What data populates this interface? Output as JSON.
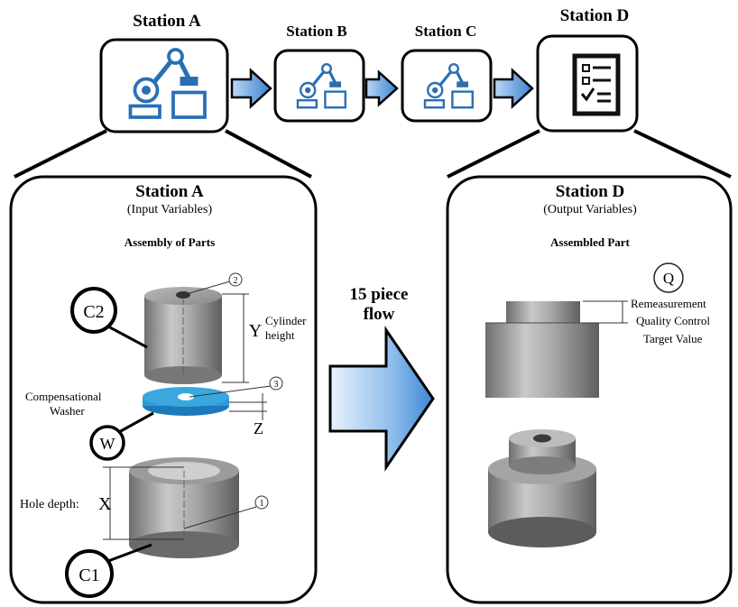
{
  "stations": {
    "a": "Station A",
    "b": "Station B",
    "c": "Station C",
    "d": "Station D"
  },
  "panel_a": {
    "title": "Station A",
    "subtitle": "(Input Variables)",
    "heading": "Assembly of Parts",
    "c2_label": "C2",
    "y_letter": "Y",
    "cylinder_label_1": "Cylinder",
    "cylinder_label_2": "height",
    "washer_label_1": "Compensational",
    "washer_label_2": "Washer",
    "w_label": "W",
    "z_letter": "Z",
    "hole_depth_label": "Hole depth: ",
    "x_letter": "X",
    "c1_label": "C1",
    "callout_1": "1",
    "callout_2": "2",
    "callout_3": "3"
  },
  "flow": {
    "line1": "15 piece",
    "line2": "flow"
  },
  "panel_d": {
    "title": "Station D",
    "subtitle": "(Output Variables)",
    "heading": "Assembled Part",
    "q_label": "Q",
    "remeasure_1": "Remeasurement",
    "remeasure_2": "Quality Control",
    "remeasure_3": "Target Value"
  },
  "colors": {
    "arrow_blue": "#4a8fd8",
    "washer_blue": "#2f9ad6",
    "metal_gray": "#9a9a9a"
  },
  "icons": {
    "station_a": "robot-arm-icon",
    "station_b": "robot-arm-icon",
    "station_c": "robot-arm-icon",
    "station_d": "checklist-icon"
  }
}
